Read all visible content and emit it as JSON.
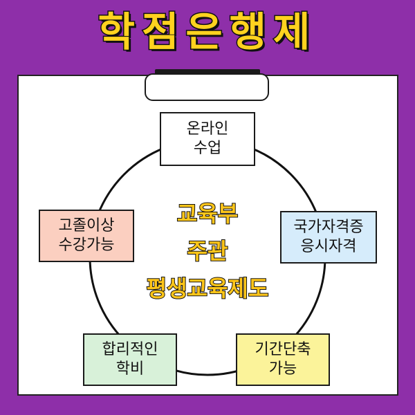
{
  "title": "학점은행제",
  "center": {
    "line1": "교육부",
    "line2": "주관",
    "line3": "평생교육제도"
  },
  "nodes": {
    "online": {
      "line1": "온라인",
      "line2": "수업"
    },
    "certificate": {
      "line1": "국가자격증",
      "line2": "응시자격"
    },
    "shorten": {
      "line1": "기간단축",
      "line2": "가능"
    },
    "fee": {
      "line1": "합리적인",
      "line2": "학비"
    },
    "highschool": {
      "line1": "고졸이상",
      "line2": "수강가능"
    }
  },
  "colors": {
    "background": "#8e2fa9",
    "title": "#ffd21f",
    "center_text": "#ffc61a",
    "online_box": "#ffffff",
    "certificate_box": "#d6ecfb",
    "shorten_box": "#fbf39a",
    "fee_box": "#d8f1d9",
    "highschool_box": "#fbcfc0"
  }
}
